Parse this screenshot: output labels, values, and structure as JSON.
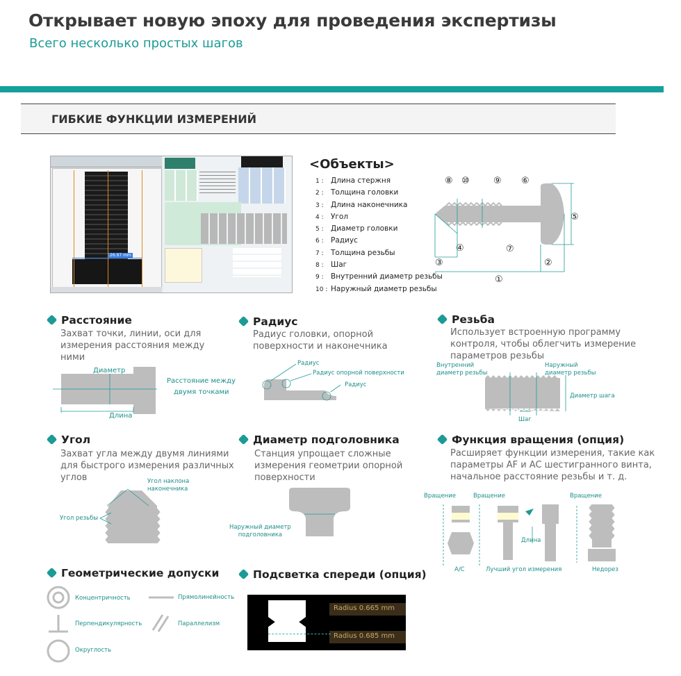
{
  "header": {
    "title": "Открывает новую эпоху для проведения экспертизы",
    "subtitle": "Всего несколько простых шагов"
  },
  "section": {
    "title": "ГИБКИЕ ФУНКЦИИ ИЗМЕРЕНИЙ"
  },
  "screenshot": {
    "measure_label": "26.97 mm"
  },
  "objects": {
    "title": "<Объекты>",
    "items": [
      {
        "num": "1 :",
        "label": "Длина стержня"
      },
      {
        "num": "2 :",
        "label": "Толщина головки"
      },
      {
        "num": "3 :",
        "label": "Длина наконечника"
      },
      {
        "num": "4 :",
        "label": "Угол"
      },
      {
        "num": "5 :",
        "label": "Диаметр головки"
      },
      {
        "num": "6 :",
        "label": "Радиус"
      },
      {
        "num": "7 :",
        "label": "Толщина резьбы"
      },
      {
        "num": "8 :",
        "label": "Шаг"
      },
      {
        "num": "9 :",
        "label": "Внутренний диаметр резьбы"
      },
      {
        "num": "10 :",
        "label": "Наружный диаметр резьбы"
      }
    ],
    "markers": [
      "①",
      "②",
      "③",
      "④",
      "⑤",
      "⑥",
      "⑦",
      "⑧",
      "⑩",
      "⑨"
    ]
  },
  "features": {
    "distance": {
      "title": "Расстояние",
      "desc": "Захват точки, линии, оси для измерения расстояния между ними",
      "labels": {
        "diameter": "Диаметр",
        "between": "Расстояние между",
        "two_points": "двумя точками",
        "length": "Длина"
      }
    },
    "radius": {
      "title": "Радиус",
      "desc": "Радиус головки, опорной поверхности и наконечника",
      "labels": {
        "r1": "Радиус",
        "r2": "Радиус опорной поверхности",
        "r3": "Радиус"
      }
    },
    "thread": {
      "title": "Резьба",
      "desc": "Использует встроенную программу контроля, чтобы облегчить измерение параметров резьбы",
      "labels": {
        "inner": "Внутренний",
        "inner2": "диаметр резьбы",
        "outer": "Наружный",
        "outer2": "диаметр резьбы",
        "pitch_diam": "Диаметр шага",
        "pitch": "Шаг"
      }
    },
    "angle": {
      "title": "Угол",
      "desc": "Захват угла между двумя линиями для быстрого измерения различных углов",
      "labels": {
        "tip": "Угол наклона",
        "tip2": "наконечника",
        "thread": "Угол резьбы"
      }
    },
    "subhead": {
      "title": "Диаметр подголовника",
      "desc": "Станция упрощает сложные измерения геометрии опорной поверхности",
      "labels": {
        "outer": "Наружный диаметр",
        "outer2": "подголовника"
      }
    },
    "rotation": {
      "title": "Функция вращения (опция)",
      "desc": "Расширяет функции измерения, такие как параметры AF и AC шестигранного винта, начальное расстояние резьбы и т. д.",
      "labels": {
        "rot1": "Вращение",
        "rot2": "Вращение",
        "rot3": "Вращение",
        "length": "Длина",
        "ac": "A/C",
        "best_angle": "Лучший угол измерения",
        "undercut": "Недорез"
      }
    },
    "tolerance": {
      "title": "Геометрические допуски",
      "labels": {
        "concentric": "Концентричность",
        "straight": "Прямолинейность",
        "perpendicular": "Перпендикулярность",
        "parallel": "Параллелизм",
        "roundness": "Округлость"
      }
    },
    "backlight": {
      "title": "Подсветка спереди (опция)",
      "labels": {
        "r1": "Radius 0.665 mm",
        "r2": "Radius 0.685 mm"
      }
    }
  },
  "colors": {
    "teal": "#1c9b96",
    "bar": "#14a09b",
    "part_gray": "#bdbdbd",
    "dark": "#222222"
  }
}
